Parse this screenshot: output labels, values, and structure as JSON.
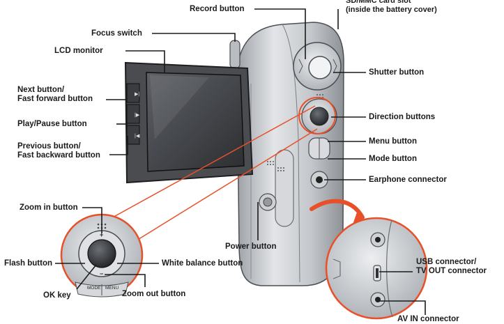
{
  "labels": {
    "record": "Record button",
    "sd_slot_line1": "SD/MMC card slot",
    "sd_slot_line2": "(inside the battery cover)",
    "focus": "Focus switch",
    "lcd": "LCD monitor",
    "shutter": "Shutter button",
    "next_line1": "Next button/",
    "next_line2": "Fast forward button",
    "play_pause": "Play/Pause button",
    "prev_line1": "Previous button/",
    "prev_line2": "Fast backward button",
    "direction": "Direction buttons",
    "menu": "Menu button",
    "mode": "Mode button",
    "earphone": "Earphone connector",
    "zoom_in": "Zoom in button",
    "power": "Power button",
    "flash": "Flash button",
    "white_balance": "White balance button",
    "usb_line1": "USB connector/",
    "usb_line2": "TV OUT connector",
    "ok": "OK key",
    "zoom_out": "Zoom out button",
    "av_in": "AV IN connector"
  },
  "button_marks": {
    "mode": "MODE",
    "menu": "MENU",
    "plus": "+",
    "minus": "−"
  },
  "colors": {
    "leader": "#1a1a1a",
    "highlight": "#e8502a",
    "arrow": "#e8502a",
    "body": "#c9ccd0"
  }
}
